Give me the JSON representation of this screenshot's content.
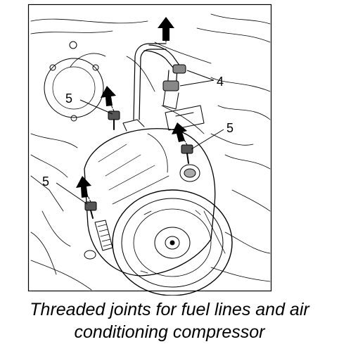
{
  "figure": {
    "callouts": [
      {
        "id": "bolt-upper-left",
        "label": "5"
      },
      {
        "id": "fuel-line-joints",
        "label": "4"
      },
      {
        "id": "bolt-right",
        "label": "5"
      },
      {
        "id": "bolt-lower-left",
        "label": "5"
      }
    ]
  },
  "caption": {
    "line1": "Threaded joints for fuel lines and air",
    "line2": "conditioning compressor"
  }
}
